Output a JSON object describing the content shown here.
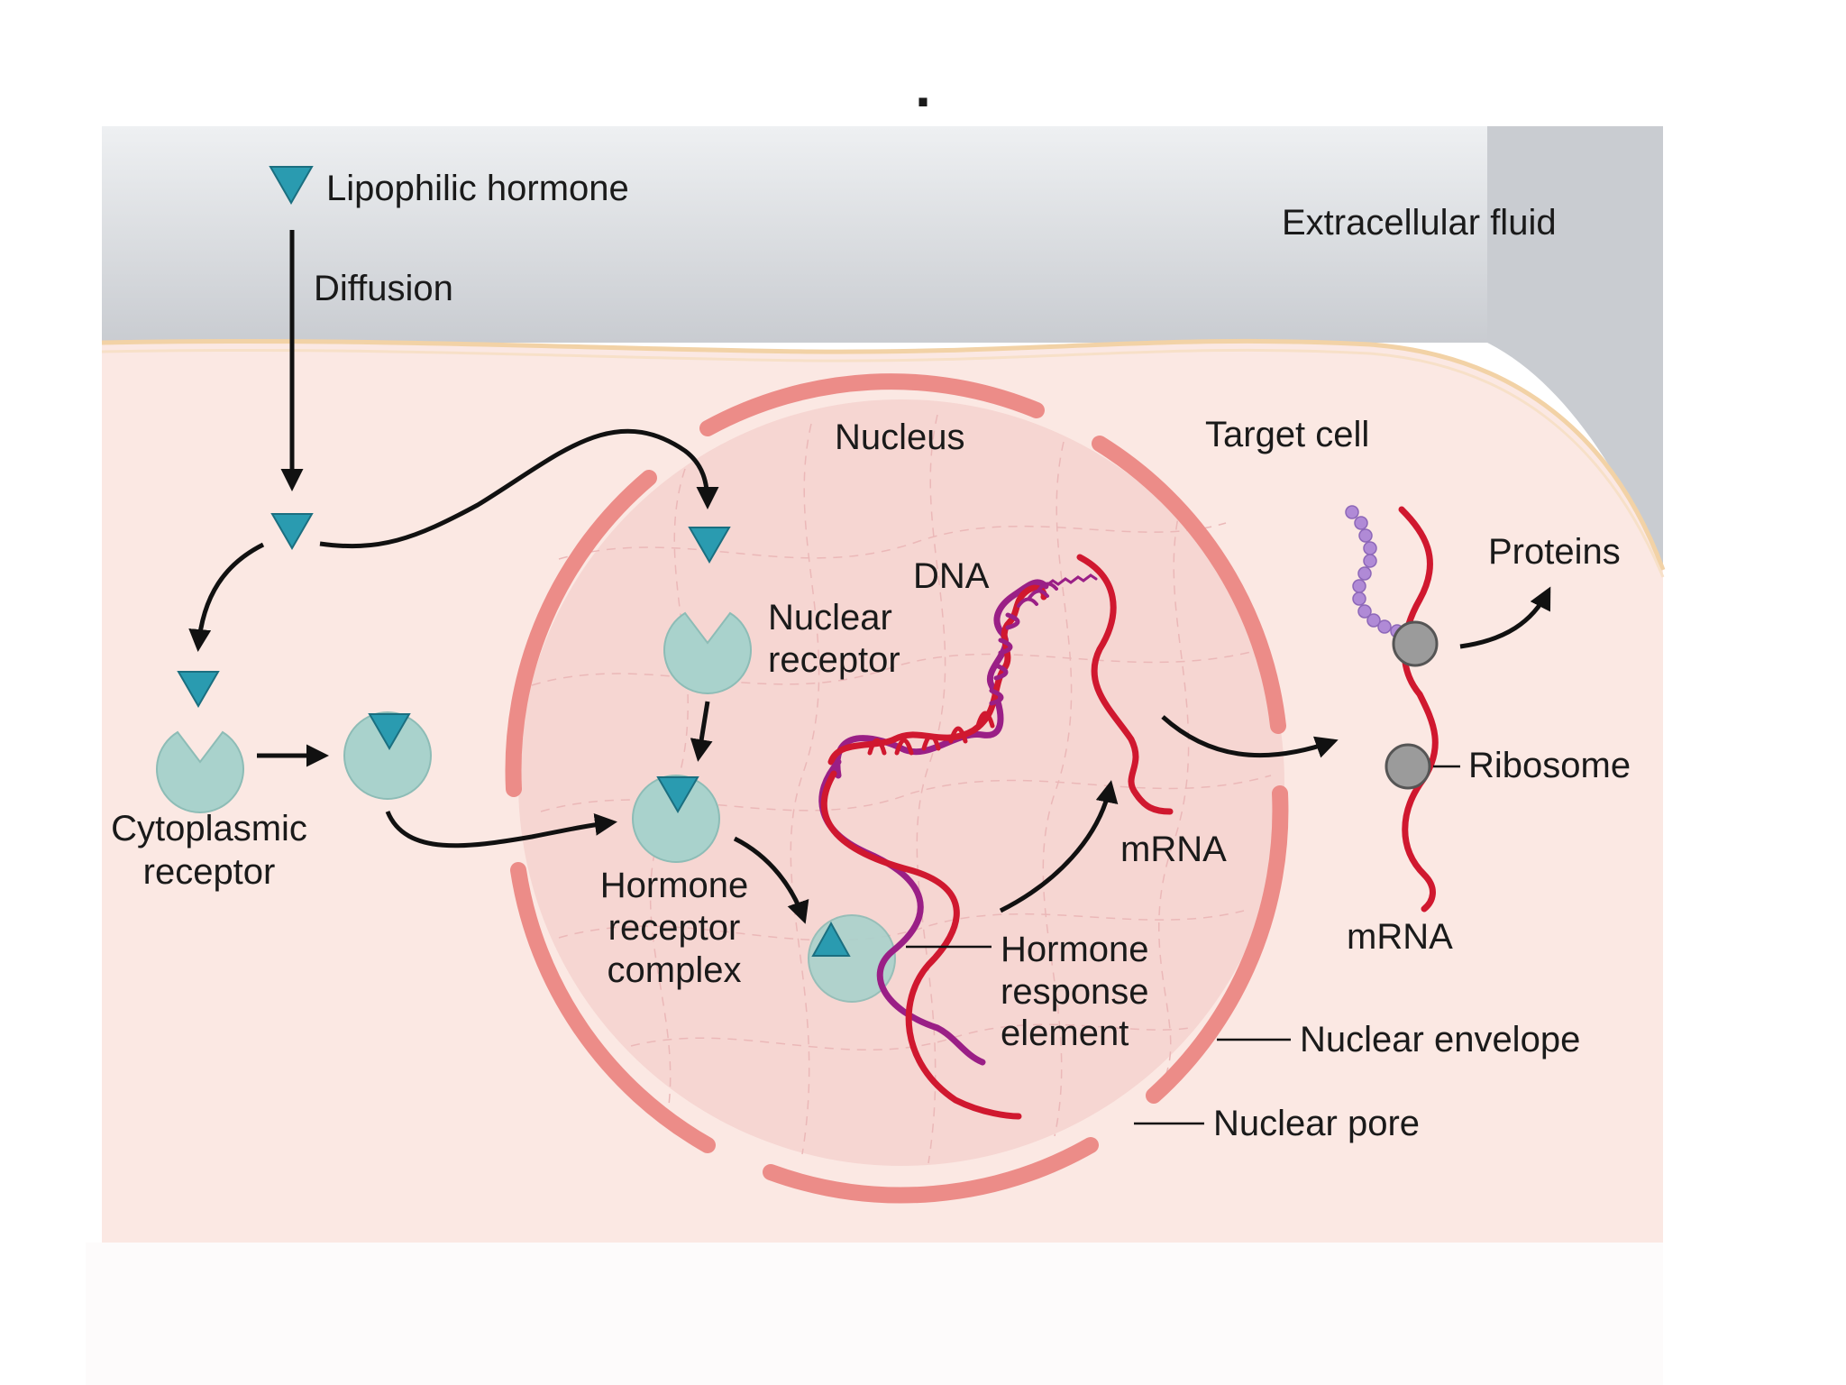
{
  "slide": {
    "bullet": "."
  },
  "colors": {
    "extracellular": "#d5d8dc",
    "cytoplasm": "#fbe8e3",
    "nucleoplasm": "#f6d6d2",
    "envelope": "#ec8c88",
    "membrane_edge": "#f2d2a6",
    "hormone": "#2a9bb0",
    "receptor": "#a9d2cc",
    "dna_strand_a": "#d0182f",
    "dna_strand_b": "#9a1f86",
    "mrna": "#d0182f",
    "ribosome": "#9b9b9b",
    "protein": "#b08ad6",
    "arrow": "#111111"
  },
  "labels": {
    "lipophilic_hormone": "Lipophilic hormone",
    "diffusion": "Diffusion",
    "extracellular_fluid": "Extracellular fluid",
    "nucleus": "Nucleus",
    "target_cell": "Target cell",
    "dna": "DNA",
    "nuclear_receptor_1": "Nuclear",
    "nuclear_receptor_2": "receptor",
    "proteins": "Proteins",
    "cytoplasmic_receptor_1": "Cytoplasmic",
    "cytoplasmic_receptor_2": "receptor",
    "hormone_receptor_complex_1": "Hormone",
    "hormone_receptor_complex_2": "receptor",
    "hormone_receptor_complex_3": "complex",
    "mrna_inside": "mRNA",
    "ribosome": "Ribosome",
    "hormone_response_element_1": "Hormone",
    "hormone_response_element_2": "response",
    "hormone_response_element_3": "element",
    "mrna_outside": "mRNA",
    "nuclear_envelope": "Nuclear envelope",
    "nuclear_pore": "Nuclear pore"
  }
}
